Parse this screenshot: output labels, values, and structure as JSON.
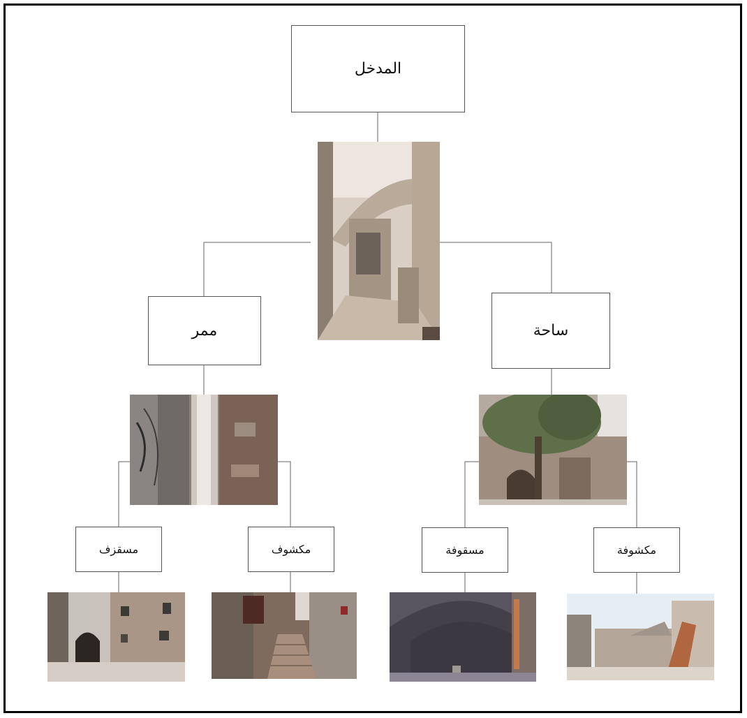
{
  "diagram": {
    "root": {
      "label": "المدخل",
      "photo": "arched-alley-photo"
    },
    "branches": [
      {
        "label": "ممر",
        "photo": "narrow-passage-photo",
        "children": [
          {
            "label": "مسقزف",
            "photo": "arched-courtyard-photo"
          },
          {
            "label": "مكشوف",
            "photo": "stairway-alley-photo"
          }
        ]
      },
      {
        "label": "ساحة",
        "photo": "tree-courtyard-photo",
        "children": [
          {
            "label": "مسقوفة",
            "photo": "vaulted-room-photo"
          },
          {
            "label": "مكشوفة",
            "photo": "open-terrace-photo"
          }
        ]
      }
    ]
  }
}
